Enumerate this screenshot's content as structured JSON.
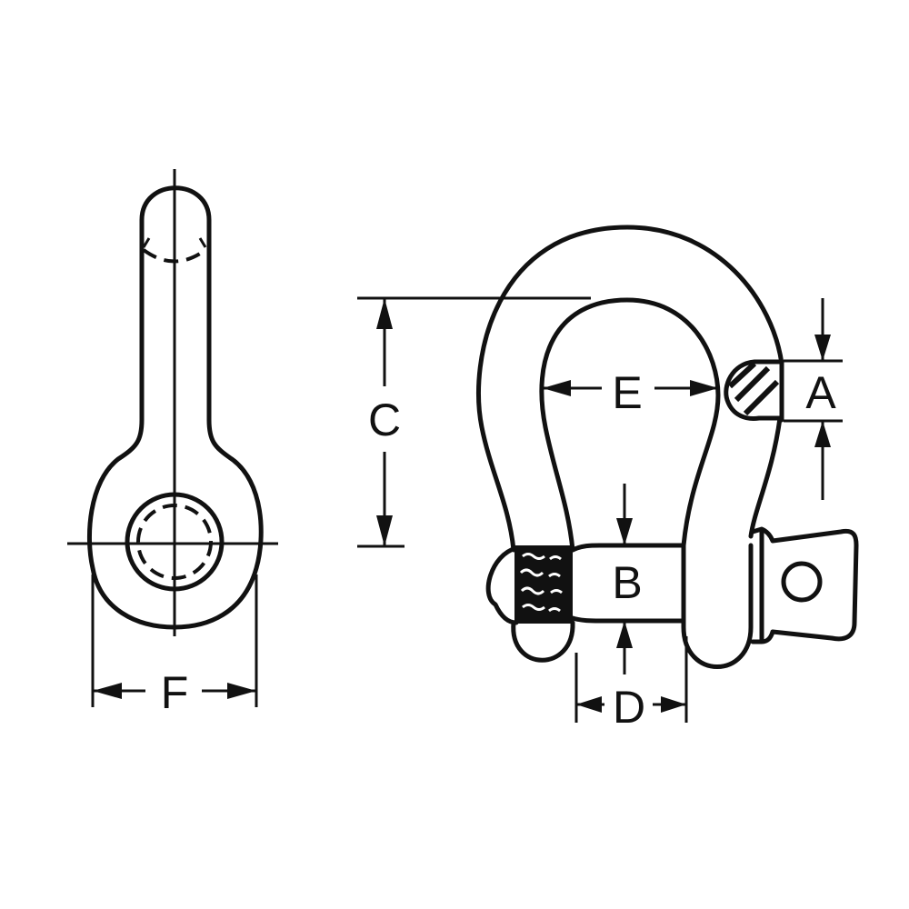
{
  "diagram": {
    "subject": "Screw pin anchor shackle",
    "views": [
      "side view",
      "front view"
    ],
    "line_color": "#111111",
    "background_color": "#ffffff",
    "dimensions": {
      "A": {
        "label": "A",
        "meaning": "bow material diameter"
      },
      "B": {
        "label": "B",
        "meaning": "pin diameter"
      },
      "C": {
        "label": "C",
        "meaning": "inside length"
      },
      "D": {
        "label": "D",
        "meaning": "width between eyes"
      },
      "E": {
        "label": "E",
        "meaning": "inside width of bow"
      },
      "F": {
        "label": "F",
        "meaning": "eye outside diameter"
      }
    }
  }
}
